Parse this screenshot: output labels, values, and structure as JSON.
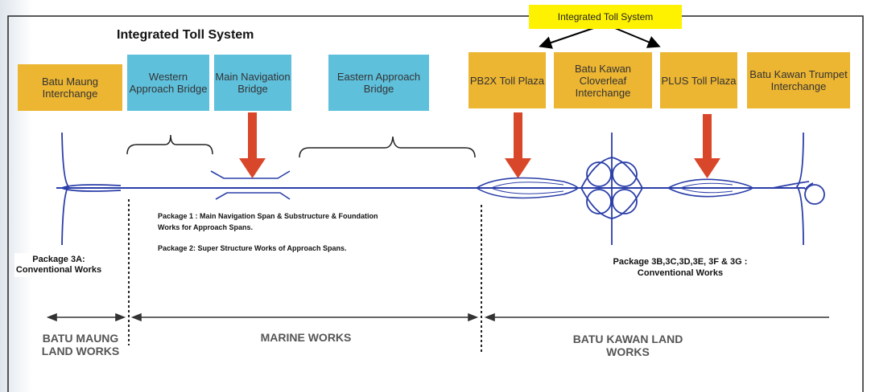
{
  "title": "Integrated Toll System",
  "callout": "Integrated Toll System",
  "boxes": {
    "batu_maung_interchange": "Batu Maung Interchange",
    "western_approach_bridge": "Western Approach Bridge",
    "main_navigation_bridge": "Main Navigation Bridge",
    "eastern_approach_bridge": "Eastern Approach Bridge",
    "pb2x_toll_plaza": "PB2X Toll Plaza",
    "batu_kawan_cloverleaf": "Batu Kawan Cloverleaf Interchange",
    "plus_toll_plaza": "PLUS Toll Plaza",
    "batu_kawan_trumpet": "Batu Kawan Trumpet Interchange"
  },
  "packages": {
    "p1_line1": "Package  1 : Main Navigation Span & Substructure & Foundation",
    "p1_line2": "Works for Approach Spans.",
    "p2": "Package 2: Super Structure Works of Approach Spans.",
    "p3a": "Package 3A: Conventional Works",
    "p3b_line1": "Package  3B,3C,3D,3E, 3F & 3G :",
    "p3b_line2": "Conventional Works"
  },
  "zones": {
    "batu_maung": "BATU MAUNG LAND WORKS",
    "marine": "MARINE WORKS",
    "batu_kawan": "BATU KAWAN LAND WORKS"
  },
  "colors": {
    "gold_box": "#ecb532",
    "blue_box": "#5fc0dc",
    "callout": "#fff200",
    "road": "#2a3ea8",
    "arrow": "#d9472a"
  }
}
